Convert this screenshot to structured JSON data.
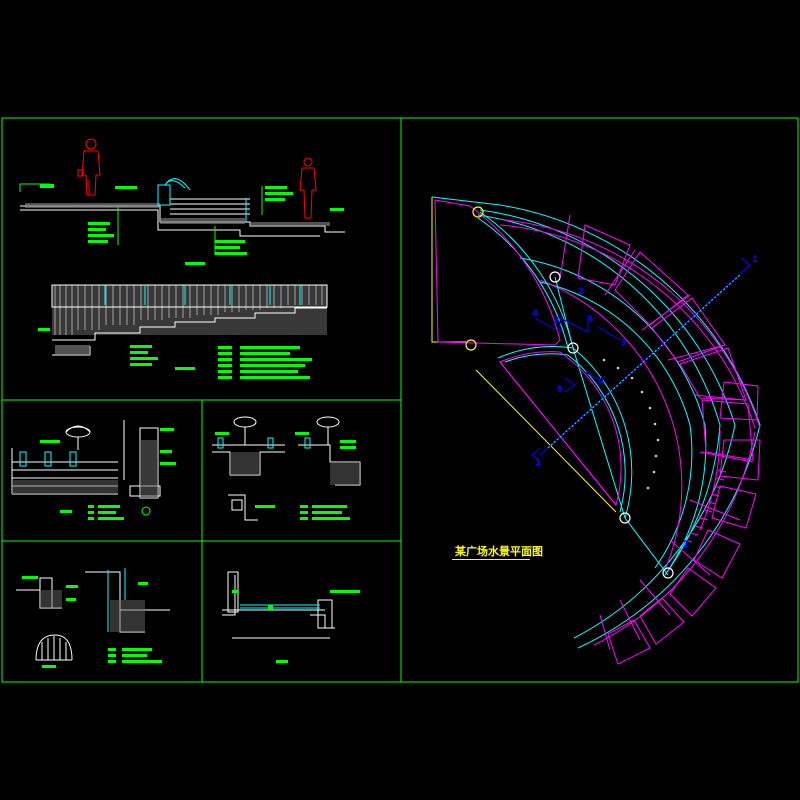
{
  "drawing": {
    "plan_title": "某广场水景平面图",
    "colors": {
      "background": "#000000",
      "frame": "#00ff00",
      "plan_cyan": "#00ffff",
      "plan_magenta": "#ff00ff",
      "section_marker": "#0000ff",
      "figure": "#ff0000",
      "dimension": "#00ff00",
      "title": "#ffff00",
      "outline": "#ffff00"
    },
    "section_markers": [
      "1",
      "1",
      "2",
      "2",
      "3",
      "3",
      "4",
      "4",
      "5",
      "5"
    ]
  }
}
